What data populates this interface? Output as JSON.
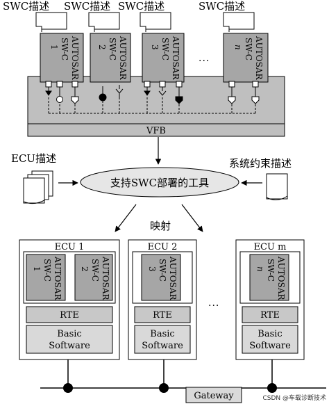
{
  "swc_top": {
    "description_label": "SWC描述",
    "components": [
      {
        "line1": "AUTOSAR",
        "line2": "SW-C",
        "line3": "1"
      },
      {
        "line1": "AUTOSAR",
        "line2": "SW-C",
        "line3": "2"
      },
      {
        "line1": "AUTOSAR",
        "line2": "SW-C",
        "line3": "3"
      },
      {
        "line1": "AUTOSAR",
        "line2": "SW-C",
        "line3": "n"
      }
    ],
    "ellipsis": "..."
  },
  "vfb_label": "VFB",
  "ecu_description_label": "ECU描述",
  "constraint_description_label": "系统约束描述",
  "tool_label": "支持SWC部署的工具",
  "mapping_label": "映射",
  "ecus": [
    {
      "title": "ECU 1",
      "components": [
        {
          "line1": "AUTOSAR",
          "line2": "SW-C",
          "line3": "1"
        },
        {
          "line1": "AUTOSAR",
          "line2": "SW-C",
          "line3": "2"
        }
      ],
      "rte": "RTE",
      "bsw_line1": "Basic",
      "bsw_line2": "Software"
    },
    {
      "title": "ECU 2",
      "components": [
        {
          "line1": "AUTOSAR",
          "line2": "SW-C",
          "line3": "3"
        }
      ],
      "rte": "RTE",
      "bsw_line1": "Basic",
      "bsw_line2": "Software"
    },
    {
      "title": "ECU m",
      "components": [
        {
          "line1": "AUTOSAR",
          "line2": "SW-C",
          "line3": "n"
        }
      ],
      "rte": "RTE",
      "bsw_line1": "Basic",
      "bsw_line2": "Software"
    }
  ],
  "ecu_ellipsis": "...",
  "gateway_label": "Gateway",
  "watermark": "CSDN @车载诊断技术",
  "colors": {
    "swc_fill": "#a6a6a6",
    "vfb_fill": "#bfbfbf",
    "rte_fill": "#c8c8c8",
    "bsw_fill": "#d9d9d9",
    "ellipse_fill": "#e6e6e6",
    "line": "#000000"
  }
}
